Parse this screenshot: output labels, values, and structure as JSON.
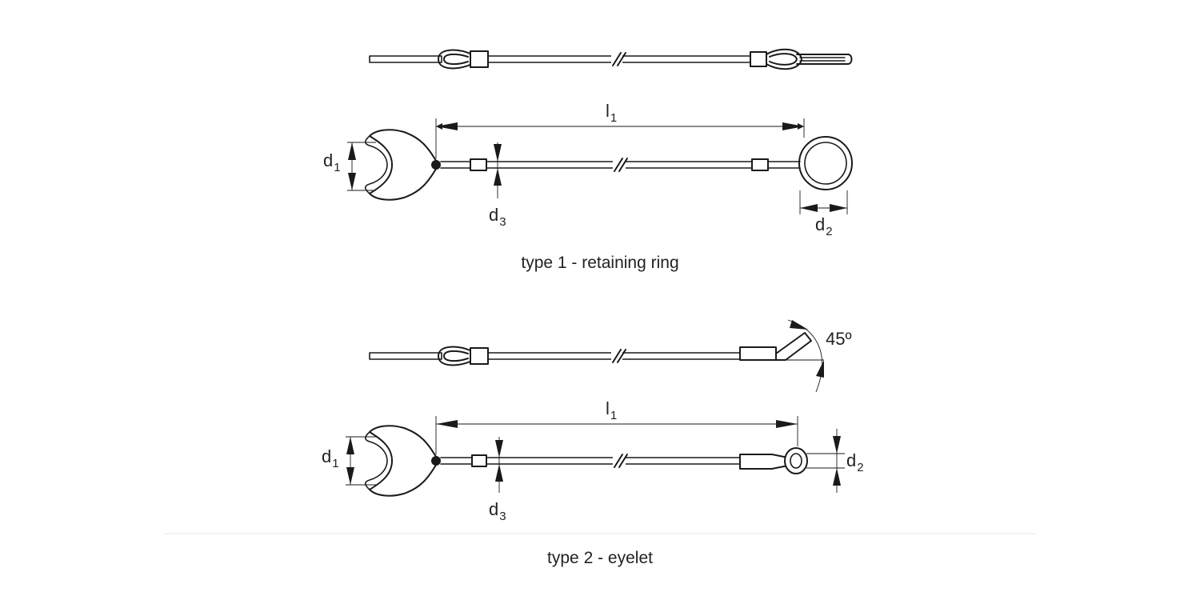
{
  "type1": {
    "length_label": "l",
    "length_sub": "1",
    "clip_opening_label": "d",
    "clip_opening_sub": "1",
    "ring_label": "d",
    "ring_sub": "2",
    "cable_label": "d",
    "cable_sub": "3",
    "caption": "type 1 - retaining ring"
  },
  "type2": {
    "length_label": "l",
    "length_sub": "1",
    "clip_opening_label": "d",
    "clip_opening_sub": "1",
    "eyelet_label": "d",
    "eyelet_sub": "2",
    "cable_label": "d",
    "cable_sub": "3",
    "angle_label": "45º",
    "caption": "type 2 - eyelet"
  },
  "colors": {
    "line": "#1a1a1a",
    "text": "#222222",
    "separator": "#e6e6e6"
  }
}
